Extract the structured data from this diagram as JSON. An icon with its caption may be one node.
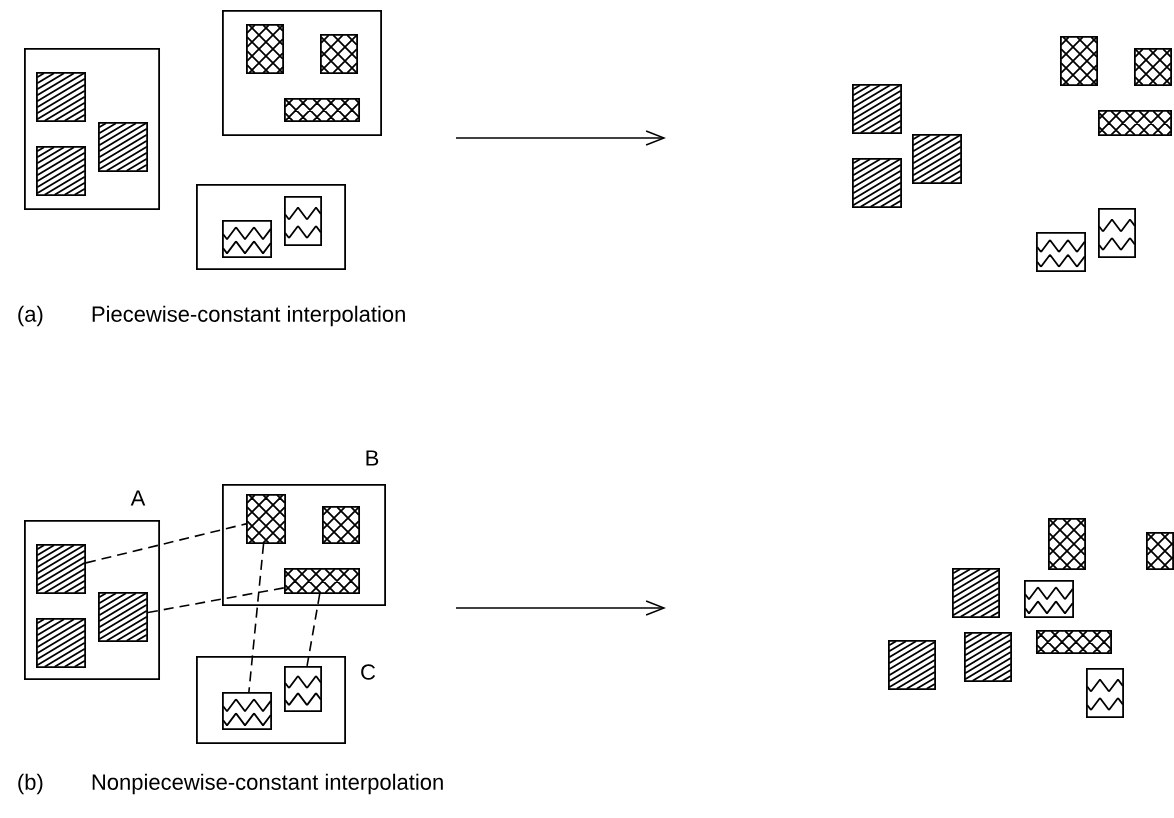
{
  "diagram": {
    "nodes": [
      {
        "text": [],
        "shape": "box"
      },
      {
        "text": [],
        "shape": "box",
        "in": 0
      },
      {
        "text": [],
        "shape": "box",
        "in": 0
      },
      {
        "text": [],
        "shape": "box",
        "in": 0
      },
      {
        "text": [],
        "shape": "box"
      },
      {
        "text": [],
        "shape": "box",
        "in": 4
      },
      {
        "text": [],
        "shape": "box",
        "in": 4
      },
      {
        "text": [],
        "shape": "box",
        "in": 4
      },
      {
        "text": [],
        "shape": "box"
      },
      {
        "text": [],
        "shape": "box",
        "in": 8
      },
      {
        "text": [],
        "shape": "box",
        "in": 8
      },
      {
        "text": [],
        "shape": "box"
      },
      {
        "text": [],
        "shape": "box"
      },
      {
        "text": [],
        "shape": "box"
      },
      {
        "text": [],
        "shape": "box"
      },
      {
        "text": [],
        "shape": "box"
      },
      {
        "text": [],
        "shape": "box"
      },
      {
        "text": [],
        "shape": "box"
      },
      {
        "text": [],
        "shape": "box"
      },
      {
        "text": [
          "A"
        ]
      },
      {
        "text": [],
        "shape": "box",
        "in": 19
      },
      {
        "text": [],
        "shape": "box",
        "in": 19
      },
      {
        "text": [],
        "shape": "box",
        "in": 19
      },
      {
        "text": [
          "B"
        ]
      },
      {
        "text": [],
        "shape": "box",
        "in": 23
      },
      {
        "text": [],
        "shape": "box",
        "in": 23
      },
      {
        "text": [],
        "shape": "box",
        "in": 23
      },
      {
        "text": [
          "C"
        ]
      },
      {
        "text": [],
        "shape": "box",
        "in": 27
      },
      {
        "text": [],
        "shape": "box",
        "in": 27
      },
      {
        "text": [],
        "shape": "box"
      },
      {
        "text": [],
        "shape": "box"
      },
      {
        "text": [],
        "shape": "box"
      },
      {
        "text": [],
        "shape": "box"
      },
      {
        "text": [],
        "shape": "box"
      },
      {
        "text": [],
        "shape": "box"
      },
      {
        "text": [],
        "shape": "box"
      },
      {
        "text": [],
        "shape": "box"
      }
    ],
    "edges": [
      {
        "from": 20,
        "to": 24,
        "arrow": "none",
        "style": "dashed"
      },
      {
        "from": 22,
        "to": 26,
        "arrow": "none",
        "style": "dashed"
      },
      {
        "from": 24,
        "to": 28,
        "arrow": "none",
        "style": "dashed"
      },
      {
        "from": 26,
        "to": 29,
        "arrow": "none",
        "style": "dashed"
      }
    ],
    "labels": [
      "(a)",
      "Piecewise-constant interpolation",
      "(b)",
      "Nonpiecewise-constant interpolation"
    ]
  }
}
